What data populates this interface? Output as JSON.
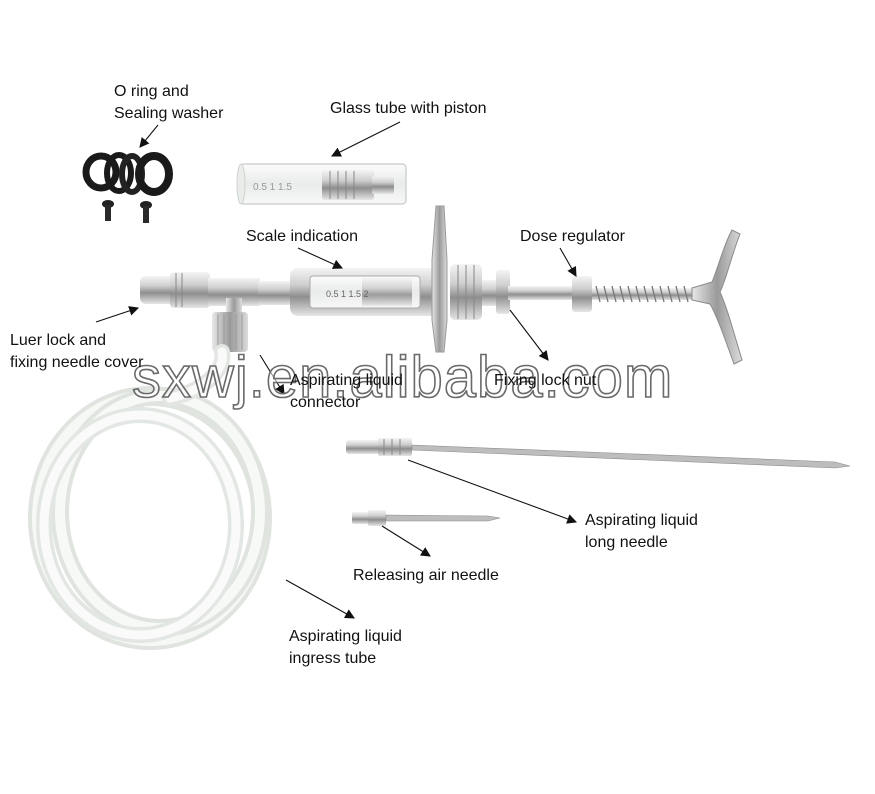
{
  "labels": {
    "o_ring": [
      "O ring and",
      "Sealing washer"
    ],
    "glass_tube": "Glass tube with piston",
    "scale_indication": "Scale indication",
    "dose_regulator": "Dose regulator",
    "luer_lock": [
      "Luer lock and",
      "fixing needle cover"
    ],
    "aspirating_connector": [
      "Aspirating liquid",
      "connector"
    ],
    "fixing_nut": "Fixing lock nut",
    "long_needle": [
      "Aspirating liquid",
      "long needle"
    ],
    "air_needle": "Releasing air needle",
    "ingress_tube": [
      "Aspirating liquid",
      "ingress tube"
    ]
  },
  "glass_scale": "0.5  1  1.5",
  "barrel_scale": "0.5  1  1.5  2",
  "watermark": "sxwj.en.alibaba.com",
  "colors": {
    "text": "#111111",
    "metal": "#c9c9c9",
    "tube": "#eef2ee",
    "ring": "#1a1a1a"
  }
}
